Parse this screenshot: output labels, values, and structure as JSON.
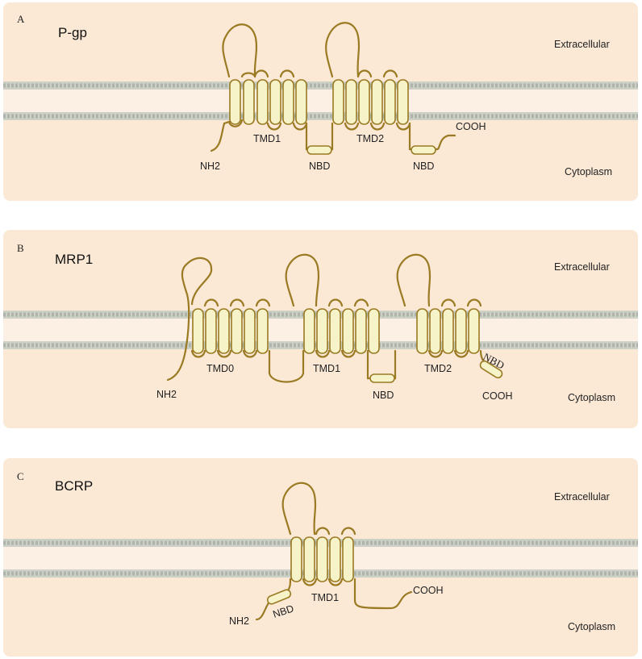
{
  "colors": {
    "panel_bg": "#fbe9d6",
    "membrane": "#d5d8cc",
    "membrane_dots": "#b6bcb1",
    "helix_fill": "#f6f3c8",
    "protein": "#9a7a22"
  },
  "panels": [
    {
      "tag": "A",
      "title": "P-gp",
      "extracellular": "Extracellular",
      "cytoplasm": "Cytoplasm",
      "labels": {
        "nterm": "NH2",
        "tmd_a": "TMD1",
        "nbd_a": "NBD",
        "tmd_b": "TMD2",
        "nbd_b": "NBD",
        "cterm": "COOH"
      }
    },
    {
      "tag": "B",
      "title": "MRP1",
      "extracellular": "Extracellular",
      "cytoplasm": "Cytoplasm",
      "labels": {
        "nterm": "NH2",
        "tmd_0": "TMD0",
        "tmd_a": "TMD1",
        "nbd_a": "NBD",
        "tmd_b": "TMD2",
        "nbd_b": "NBD",
        "cterm": "COOH"
      }
    },
    {
      "tag": "C",
      "title": "BCRP",
      "extracellular": "Extracellular",
      "cytoplasm": "Cytoplasm",
      "labels": {
        "nterm": "NH2",
        "nbd_a": "NBD",
        "tmd_a": "TMD1",
        "cterm": "COOH"
      }
    }
  ]
}
